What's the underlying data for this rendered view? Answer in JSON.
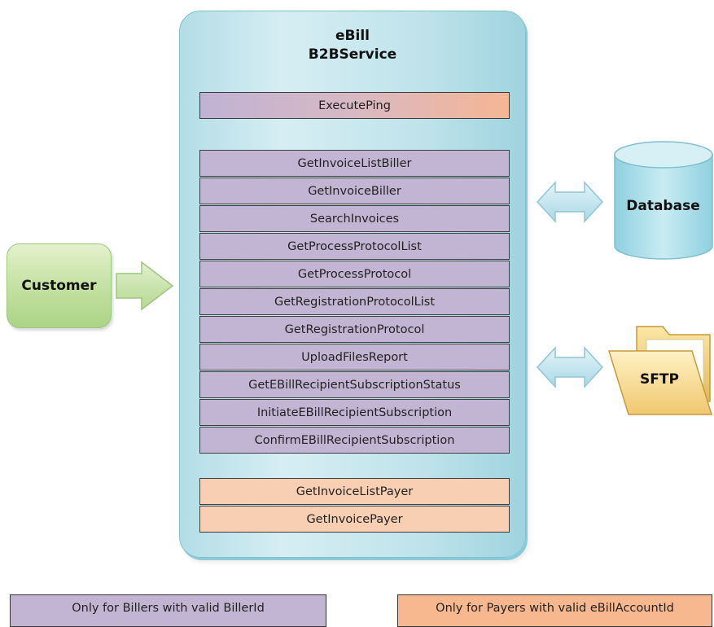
{
  "service": {
    "title_line1": "eBill",
    "title_line2": "B2BService",
    "ping_operation": "ExecutePing",
    "biller_operations": [
      "GetInvoiceListBiller",
      "GetInvoiceBiller",
      "SearchInvoices",
      "GetProcessProtocolList",
      "GetProcessProtocol",
      "GetRegistrationProtocolList",
      "GetRegistrationProtocol",
      "UploadFilesReport",
      "GetEBillRecipientSubscriptionStatus",
      "InitiateEBillRecipientSubscription",
      "ConfirmEBillRecipientSubscription"
    ],
    "payer_operations": [
      "GetInvoiceListPayer",
      "GetInvoicePayer"
    ]
  },
  "customer": {
    "label": "Customer"
  },
  "database": {
    "label": "Database"
  },
  "sftp": {
    "label": "SFTP"
  },
  "legend": {
    "billers": "Only for Billers with valid BillerId",
    "payers": "Only for Payers with valid eBillAccountId"
  },
  "colors": {
    "biller": "#c1b5d3",
    "payer": "#f8cfb3",
    "service_panel": "#bfe3eb",
    "customer": "#c2e0a0",
    "arrow": "#bfe3ee"
  }
}
